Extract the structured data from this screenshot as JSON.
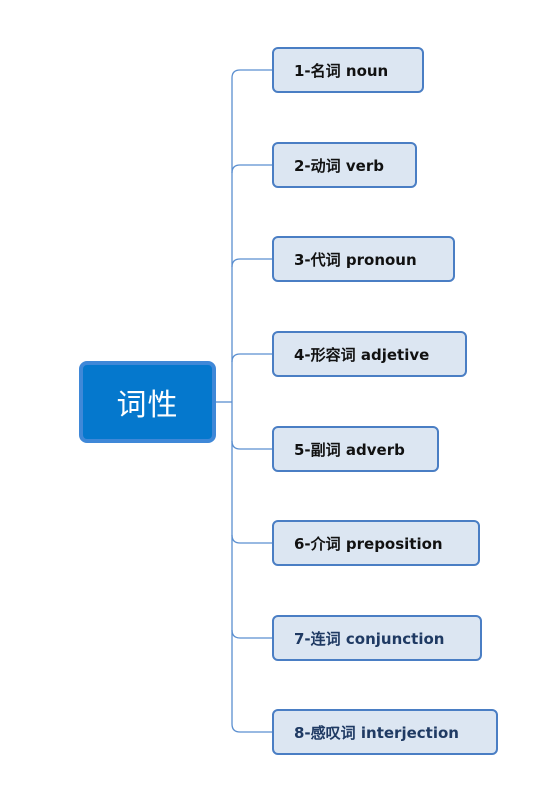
{
  "diagram": {
    "root": {
      "label": "词性"
    },
    "children": [
      {
        "label": "1-名词 noun",
        "tone": "black"
      },
      {
        "label": "2-动词 verb",
        "tone": "black"
      },
      {
        "label": "3-代词 pronoun",
        "tone": "black"
      },
      {
        "label": "4-形容词 adjetive",
        "tone": "black"
      },
      {
        "label": "5-副词 adverb",
        "tone": "black"
      },
      {
        "label": "6-介词 preposition",
        "tone": "black"
      },
      {
        "label": "7-连词 conjunction",
        "tone": "navy"
      },
      {
        "label": "8-感叹词 interjection",
        "tone": "navy"
      }
    ],
    "colors": {
      "root_fill": "#0578cd",
      "root_border": "#3f88d8",
      "child_fill": "#dce6f2",
      "child_border": "#4a7ec4",
      "connector": "#5b8fd0"
    }
  }
}
